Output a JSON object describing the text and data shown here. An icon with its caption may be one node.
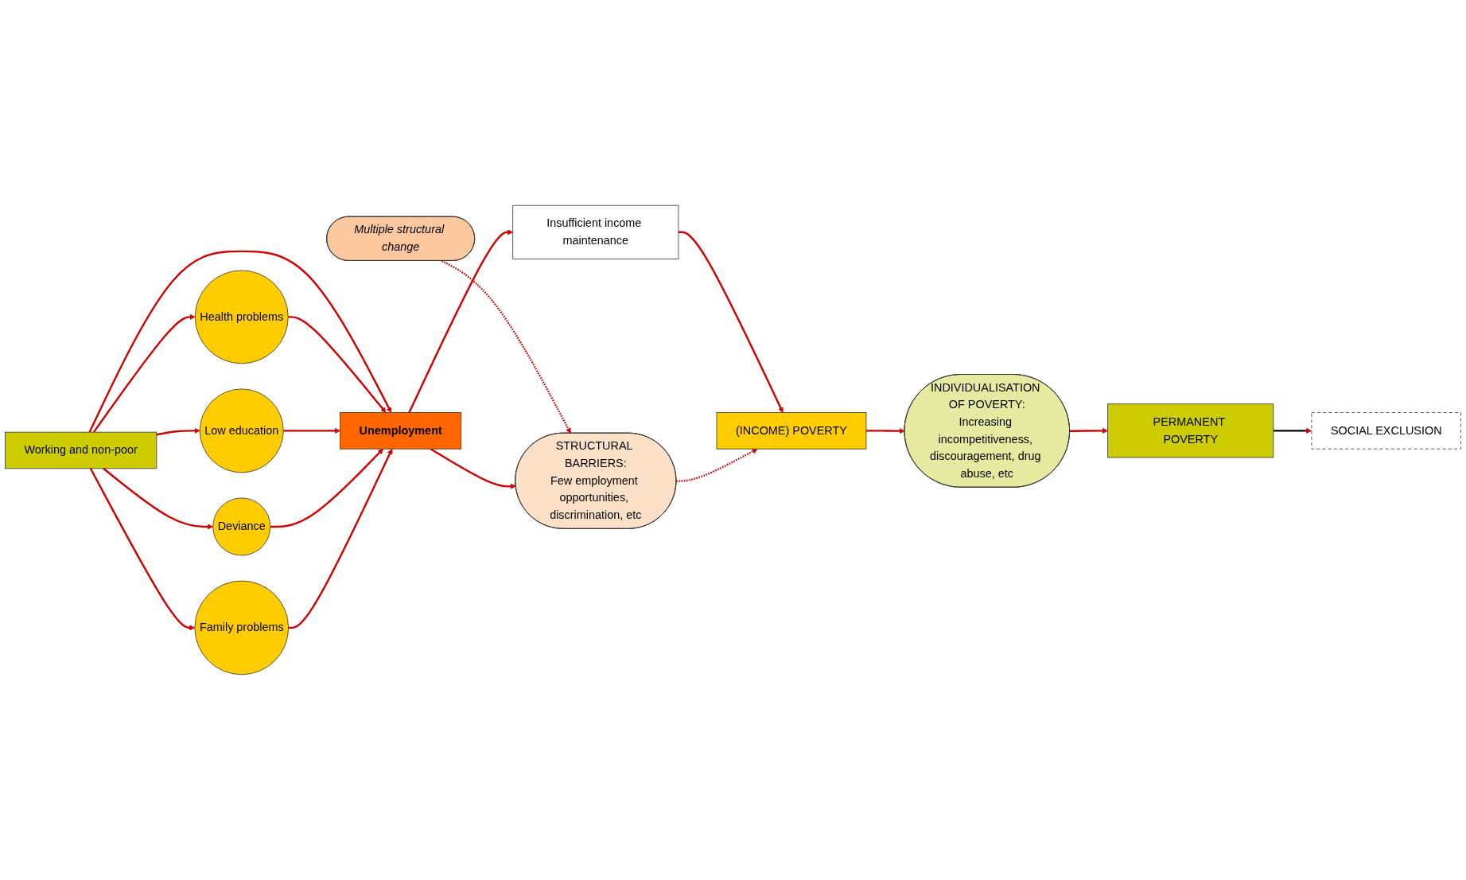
{
  "diagram": {
    "nodes": [
      {
        "text": [
          "Working and non-poor"
        ]
      },
      {
        "text": [
          "Multiple structural change"
        ]
      },
      {
        "text": [
          "Health problems"
        ]
      },
      {
        "text": [
          "Low education"
        ]
      },
      {
        "text": [
          "Deviance"
        ]
      },
      {
        "text": [
          "Family problems"
        ]
      },
      {
        "text": [
          "Unemployment"
        ]
      },
      {
        "text": [
          "STRUCTURAL BARRIERS:",
          "Few employment opportunities, discrimination, etc"
        ]
      },
      {
        "text": [
          "Insufficient income maintenance"
        ]
      },
      {
        "text": [
          "(INCOME) POVERTY"
        ]
      },
      {
        "text": [
          "INDIVIDUALISATION OF POVERTY:",
          "Increasing incompetitiveness, discouragement, drug abuse, etc"
        ]
      },
      {
        "text": [
          "PERMANENT POVERTY"
        ]
      },
      {
        "text": [
          "SOCIAL EXCLUSION"
        ]
      }
    ],
    "edges": [
      {
        "from": 1,
        "to": 7,
        "arrow": "to",
        "style": "dashed"
      },
      {
        "from": 0,
        "to": 2,
        "arrow": "to"
      },
      {
        "from": 0,
        "to": 3,
        "arrow": "to"
      },
      {
        "from": 0,
        "to": 6,
        "arrow": "to"
      },
      {
        "from": 0,
        "to": 4,
        "arrow": "to"
      },
      {
        "from": 0,
        "to": 5,
        "arrow": "to"
      },
      {
        "from": 2,
        "to": 6,
        "arrow": "to"
      },
      {
        "from": 3,
        "to": 6,
        "arrow": "to"
      },
      {
        "from": 4,
        "to": 6,
        "arrow": "to"
      },
      {
        "from": 5,
        "to": 6,
        "arrow": "to"
      },
      {
        "from": 6,
        "to": 7,
        "arrow": "to"
      },
      {
        "from": 6,
        "to": 8,
        "arrow": "to"
      },
      {
        "from": 8,
        "to": 9,
        "arrow": "to"
      },
      {
        "from": 7,
        "to": 9,
        "arrow": "to",
        "style": "dashed"
      },
      {
        "from": 9,
        "to": 10,
        "arrow": "to"
      },
      {
        "from": 10,
        "to": 11,
        "arrow": "to"
      },
      {
        "from": 11,
        "to": 12,
        "arrow": "to",
        "color": "#000000"
      }
    ]
  }
}
